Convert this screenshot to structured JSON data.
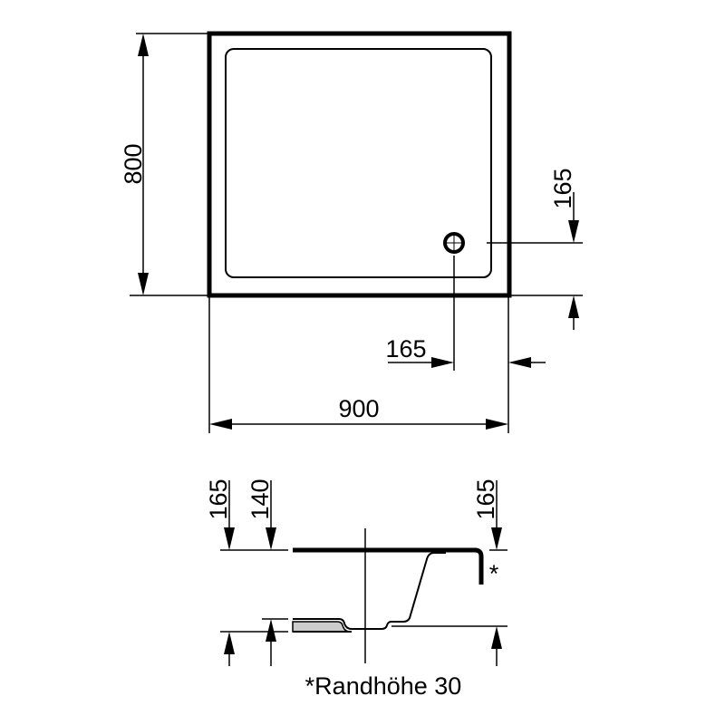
{
  "plan_view": {
    "height_label": "800",
    "width_label": "900",
    "drain_offset_y_label": "165",
    "drain_offset_x_label": "165"
  },
  "section_view": {
    "depth_outer_label": "165",
    "depth_inner_label": "140",
    "depth_right_label": "165",
    "rim_marker": "*"
  },
  "footnote": "*Randhöhe 30",
  "colors": {
    "line": "#000000",
    "background": "#ffffff",
    "fill_gray": "#cccccc"
  }
}
